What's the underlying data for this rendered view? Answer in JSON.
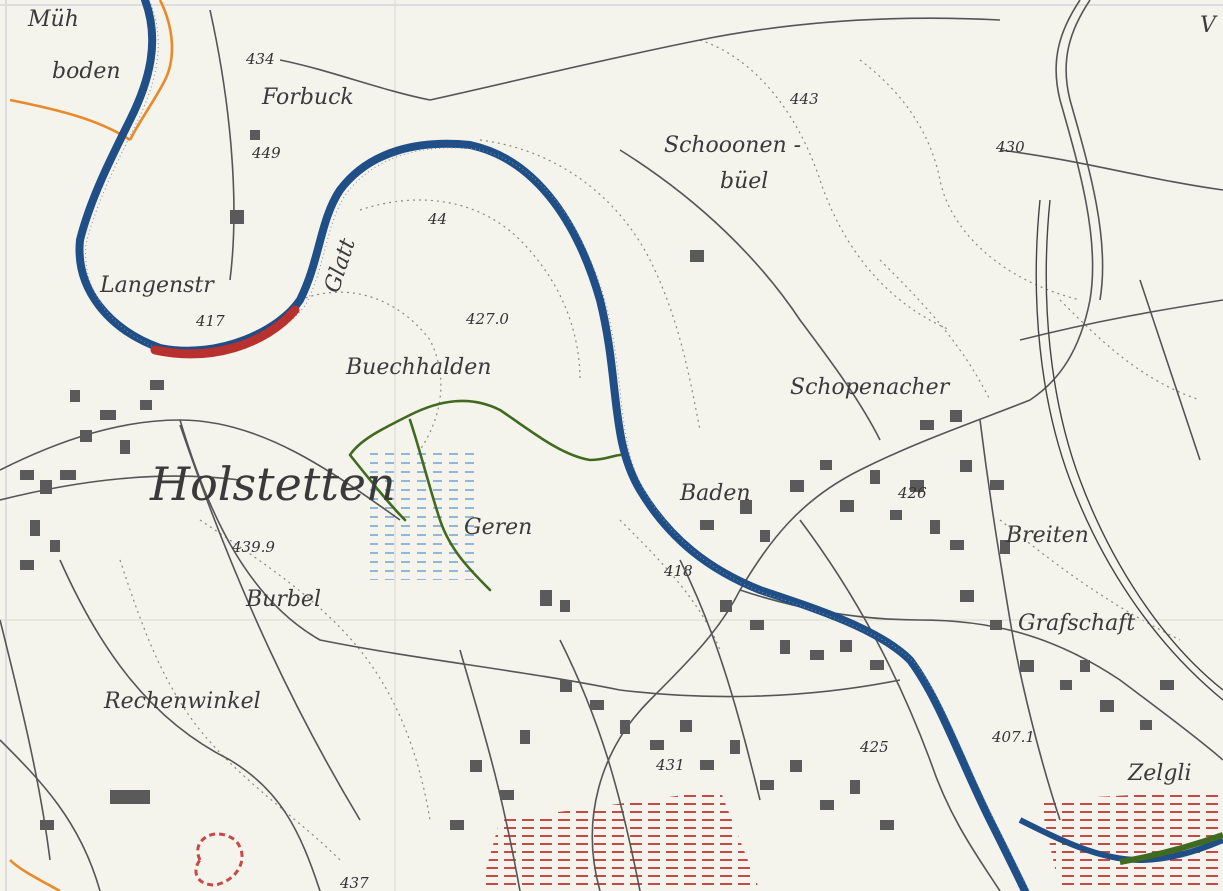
{
  "map": {
    "colors": {
      "paper": "#f4f3ec",
      "river": "#1f4f86",
      "river_segment_red": "#b8312f",
      "green_path": "#3f6a20",
      "orange_line": "#e98a2a",
      "red_hatch": "#c94848",
      "blue_marsh": "#6f9fd0",
      "buildings": "#5a5a5a",
      "roads": "#555555"
    },
    "place_labels": [
      {
        "id": "muehle",
        "text": "Müh"
      },
      {
        "id": "boden",
        "text": "boden"
      },
      {
        "id": "forbuck",
        "text": "Forbuck"
      },
      {
        "id": "schoonen",
        "text": "Schooonen -"
      },
      {
        "id": "buel",
        "text": "büel"
      },
      {
        "id": "glatt",
        "text": "Glatt"
      },
      {
        "id": "langenstr",
        "text": "Langenstr"
      },
      {
        "id": "buechhalden",
        "text": "Buechhalden"
      },
      {
        "id": "schopenacher",
        "text": "Schopenacher"
      },
      {
        "id": "holstetten",
        "text": "Holstetten"
      },
      {
        "id": "baden",
        "text": "Baden"
      },
      {
        "id": "breiten",
        "text": "Breiten"
      },
      {
        "id": "geren",
        "text": "Geren"
      },
      {
        "id": "burbel",
        "text": "Burbel"
      },
      {
        "id": "grafschaft",
        "text": "Grafschaft"
      },
      {
        "id": "rechenwinkel",
        "text": "Rechenwinkel"
      },
      {
        "id": "zelgli",
        "text": "Zelgli"
      },
      {
        "id": "v",
        "text": "V"
      }
    ],
    "elevations": [
      {
        "id": "e434",
        "text": "434"
      },
      {
        "id": "e449",
        "text": "449"
      },
      {
        "id": "e443",
        "text": "443"
      },
      {
        "id": "e430",
        "text": "430"
      },
      {
        "id": "e44",
        "text": "44"
      },
      {
        "id": "e417",
        "text": "417"
      },
      {
        "id": "e4270",
        "text": "427.0"
      },
      {
        "id": "e426",
        "text": "426"
      },
      {
        "id": "e4399",
        "text": "439.9"
      },
      {
        "id": "e418",
        "text": "418"
      },
      {
        "id": "e4071",
        "text": "407.1"
      },
      {
        "id": "e425",
        "text": "425"
      },
      {
        "id": "e431",
        "text": "431"
      },
      {
        "id": "e437",
        "text": "437"
      }
    ]
  }
}
